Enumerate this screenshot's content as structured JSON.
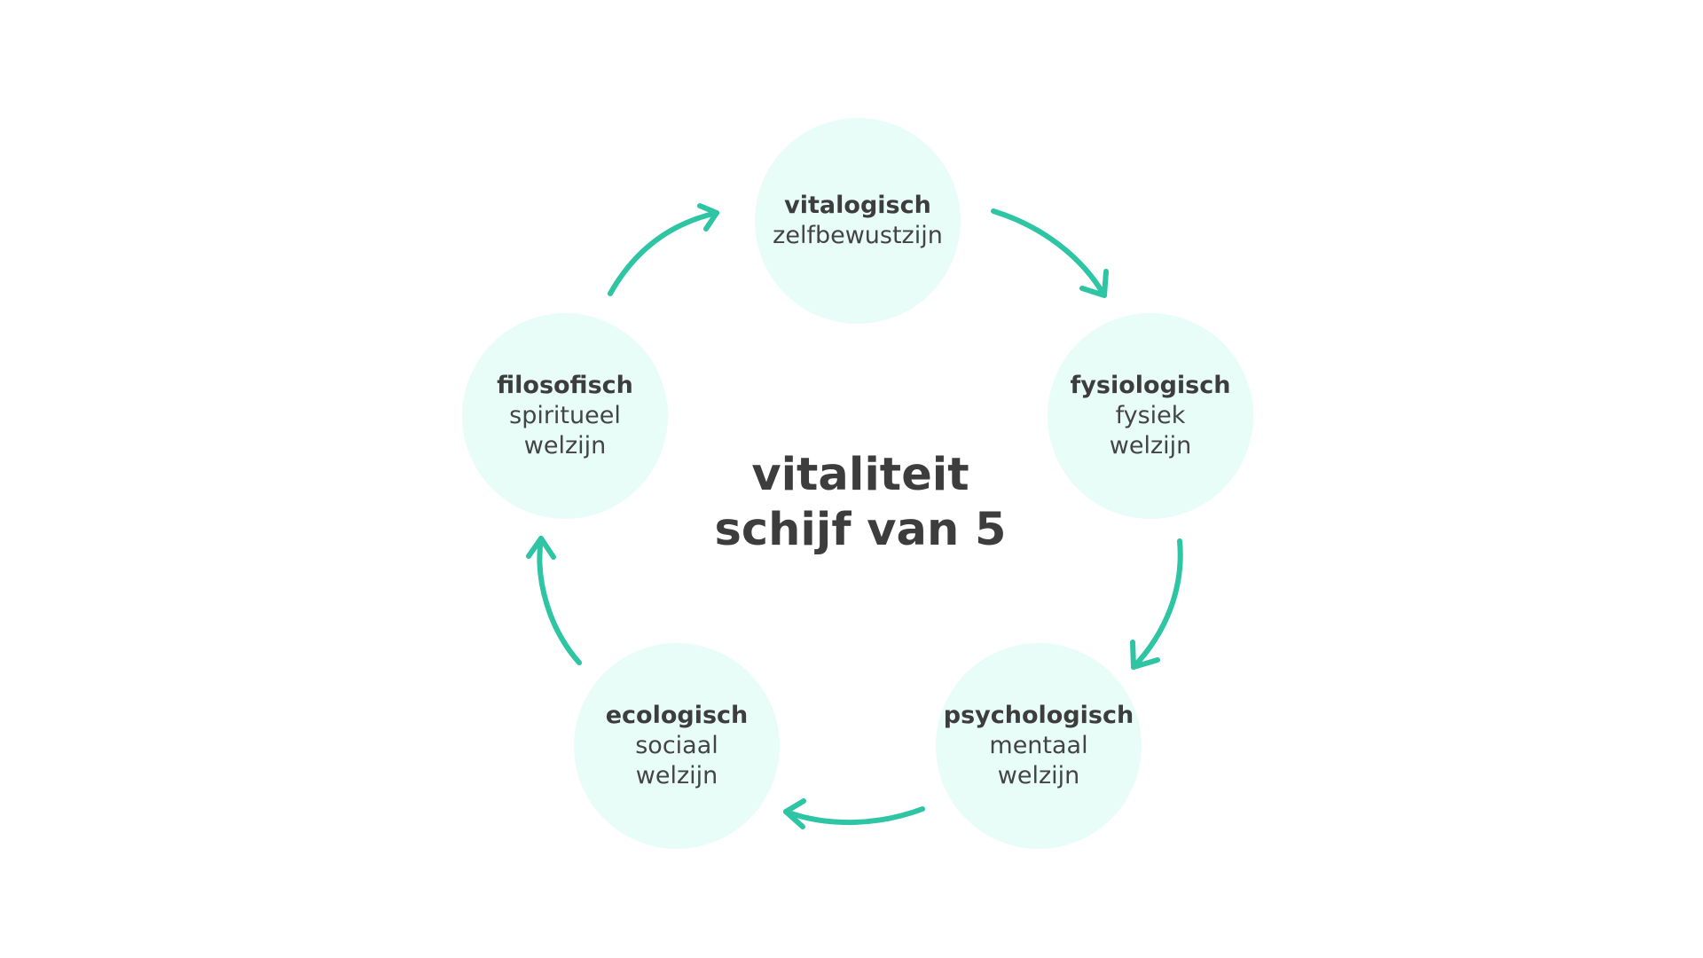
{
  "title": {
    "line1": "vitaliteit",
    "line2": "schijf van 5"
  },
  "nodes": [
    {
      "bold": "vitalogisch",
      "lines": [
        "zelfbewustzijn"
      ]
    },
    {
      "bold": "fysiologisch",
      "lines": [
        "fysiek",
        "welzijn"
      ]
    },
    {
      "bold": "psychologisch",
      "lines": [
        "mentaal",
        "welzijn"
      ]
    },
    {
      "bold": "ecologisch",
      "lines": [
        "sociaal",
        "welzijn"
      ]
    },
    {
      "bold": "filosofisch",
      "lines": [
        "spiritueel",
        "welzijn"
      ]
    }
  ],
  "colors": {
    "circle_fill": "#e8fcf8",
    "arrow": "#2dc5a3",
    "text": "#3d3d3d"
  }
}
